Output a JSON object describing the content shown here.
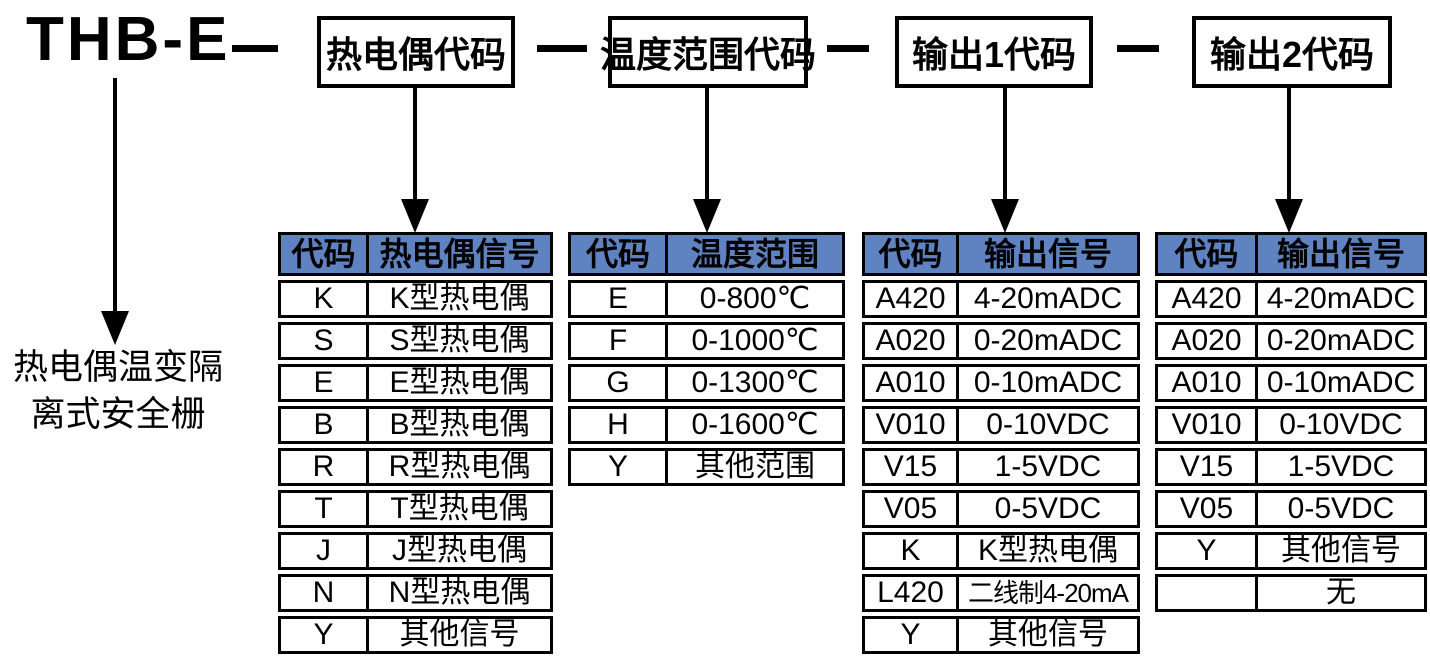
{
  "title": {
    "model": "THB-E"
  },
  "description": {
    "line1": "热电偶温变隔",
    "line2": "离式安全栅"
  },
  "colors": {
    "header_blue": "#5f83c1",
    "line_black": "#000000",
    "background": "#ffffff"
  },
  "code_boxes": [
    {
      "label": "热电偶代码"
    },
    {
      "label": "温度范围代码"
    },
    {
      "label": "输出1代码"
    },
    {
      "label": "输出2代码"
    }
  ],
  "tables": [
    {
      "name": "thermocouple-code",
      "header": [
        "代码",
        "热电偶信号"
      ],
      "rows": [
        [
          "K",
          "K型热电偶"
        ],
        [
          "S",
          "S型热电偶"
        ],
        [
          "E",
          "E型热电偶"
        ],
        [
          "B",
          "B型热电偶"
        ],
        [
          "R",
          "R型热电偶"
        ],
        [
          "T",
          "T型热电偶"
        ],
        [
          "J",
          "J型热电偶"
        ],
        [
          "N",
          "N型热电偶"
        ],
        [
          "Y",
          "其他信号"
        ]
      ]
    },
    {
      "name": "temperature-range-code",
      "header": [
        "代码",
        "温度范围"
      ],
      "rows": [
        [
          "E",
          "0-800℃"
        ],
        [
          "F",
          "0-1000℃"
        ],
        [
          "G",
          "0-1300℃"
        ],
        [
          "H",
          "0-1600℃"
        ],
        [
          "Y",
          "其他范围"
        ]
      ]
    },
    {
      "name": "output1-code",
      "header": [
        "代码",
        "输出信号"
      ],
      "rows": [
        [
          "A420",
          "4-20mADC"
        ],
        [
          "A020",
          "0-20mADC"
        ],
        [
          "A010",
          "0-10mADC"
        ],
        [
          "V010",
          "0-10VDC"
        ],
        [
          "V15",
          "1-5VDC"
        ],
        [
          "V05",
          "0-5VDC"
        ],
        [
          "K",
          "K型热电偶"
        ],
        [
          "L420",
          "二线制4-20mA"
        ],
        [
          "Y",
          "其他信号"
        ]
      ]
    },
    {
      "name": "output2-code",
      "header": [
        "代码",
        "输出信号"
      ],
      "rows": [
        [
          "A420",
          "4-20mADC"
        ],
        [
          "A020",
          "0-20mADC"
        ],
        [
          "A010",
          "0-10mADC"
        ],
        [
          "V010",
          "0-10VDC"
        ],
        [
          "V15",
          "1-5VDC"
        ],
        [
          "V05",
          "0-5VDC"
        ],
        [
          "Y",
          "其他信号"
        ],
        [
          "",
          "无"
        ]
      ]
    }
  ]
}
